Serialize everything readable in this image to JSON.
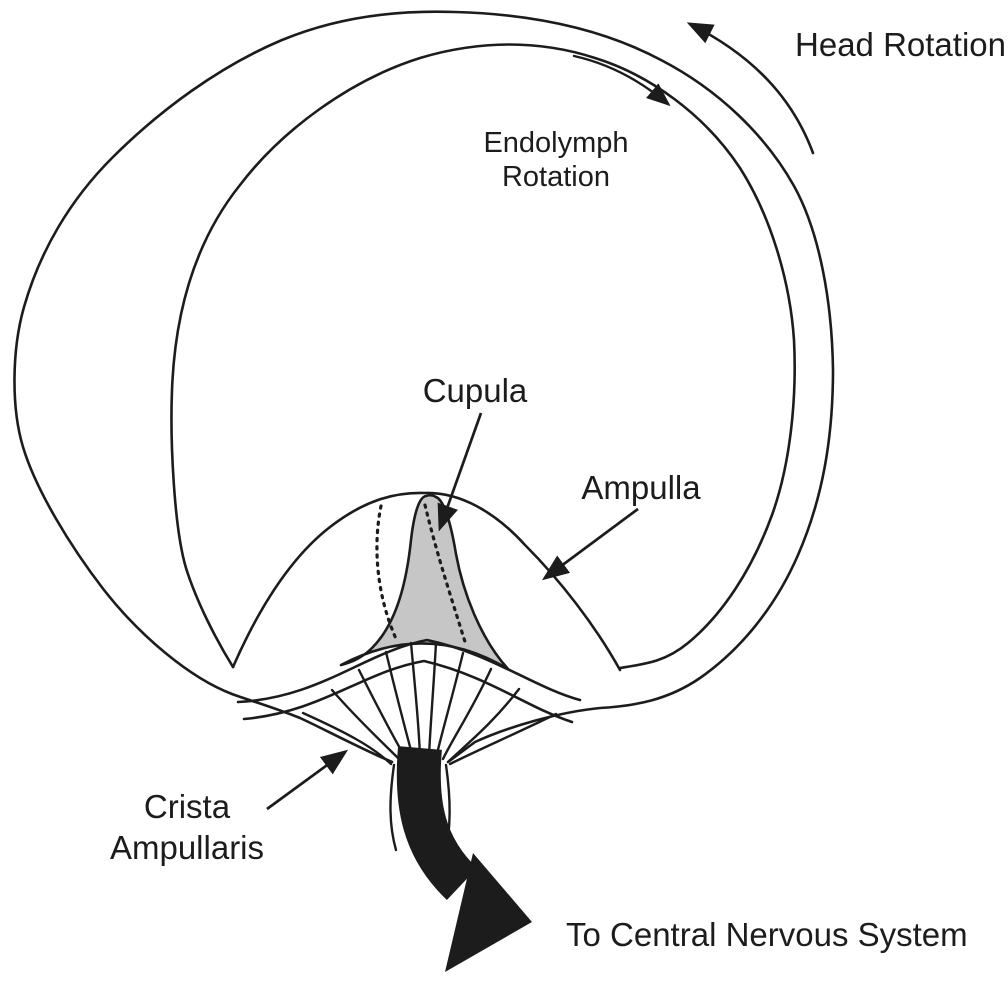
{
  "figure": {
    "description_labels": {
      "head_rotation": "Head Rotation",
      "endolymph_line1": "Endolymph",
      "endolymph_line2": "Rotation",
      "cupula": "Cupula",
      "ampulla": "Ampulla",
      "crista_line1": "Crista",
      "crista_line2": "Ampullaris",
      "cns": "To Central Nervous System"
    },
    "colors": {
      "ink": "#1c1c1c",
      "cupula_fill": "#c6c6c6",
      "background": "#ffffff"
    }
  }
}
